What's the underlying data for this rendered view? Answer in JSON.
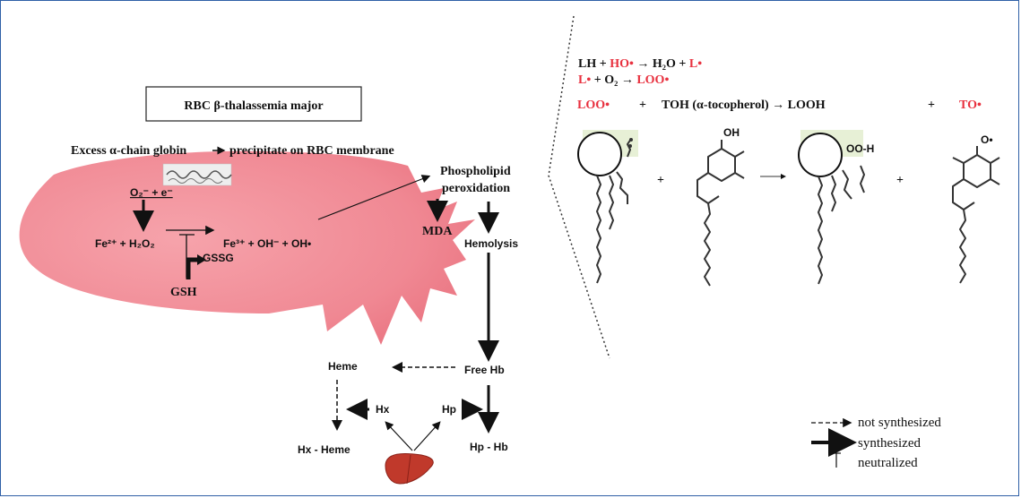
{
  "left_panel": {
    "title": "RBC β-thalassemia major",
    "excess_globin": "Excess α-chain globin",
    "precipitate": "precipitate on RBC membrane",
    "o2_e": "O₂⁻ + e⁻",
    "fe2_h2o2": "Fe²⁺ + H₂O₂",
    "fe3_oh": "Fe³⁺ + OH⁻ + OH•",
    "gssg": "GSSG",
    "gsh": "GSH",
    "phospholipid": "Phospholipid",
    "peroxidation": "peroxidation",
    "mda": "MDA",
    "hemolysis": "Hemolysis",
    "free_hb": "Free Hb",
    "heme": "Heme",
    "hx": "Hx",
    "hp": "Hp",
    "hx_heme": "Hx - Heme",
    "hp_hb": "Hp - Hb"
  },
  "right_panel": {
    "eq1": {
      "a": "LH + ",
      "b": "HO•",
      "c": " → H₂O + ",
      "d": "L•"
    },
    "eq2": {
      "a": "L•",
      "b": " + O₂ → ",
      "c": "LOO•"
    },
    "eq3": {
      "a": "LOO•",
      "b": "+",
      "c": "TOH (α-tocopherol) → LOOH",
      "d": "+",
      "e": "TO•"
    },
    "oh_label": "OH",
    "ooh_label": "OO-H",
    "o_rad_label": "O•",
    "plus": "+"
  },
  "legend": {
    "not_synthesized": "not synthesized",
    "synthesized": "synthesized",
    "neutralized": "neutralized"
  },
  "colors": {
    "accent_red": "#e8313f",
    "rbc": "#f08a94",
    "frame": "#2f5fa6"
  }
}
